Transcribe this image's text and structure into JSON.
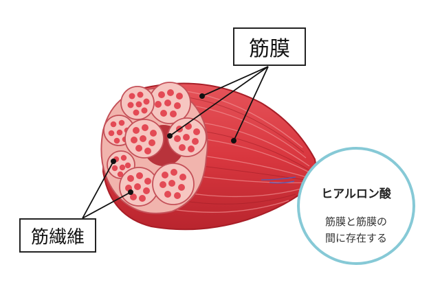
{
  "labels": {
    "fascia": "筋膜",
    "muscle_fiber": "筋繊維"
  },
  "info": {
    "title": "ヒアルロン酸",
    "line1": "筋膜と筋膜の",
    "line2": "間に存在する"
  },
  "colors": {
    "muscle_red": "#d9373f",
    "muscle_dark": "#a81e27",
    "bundle_pink": "#f6c6c1",
    "fiber_red": "#e34a55",
    "tendon_white": "#eef3f8",
    "circle_border": "#86c9d6"
  }
}
